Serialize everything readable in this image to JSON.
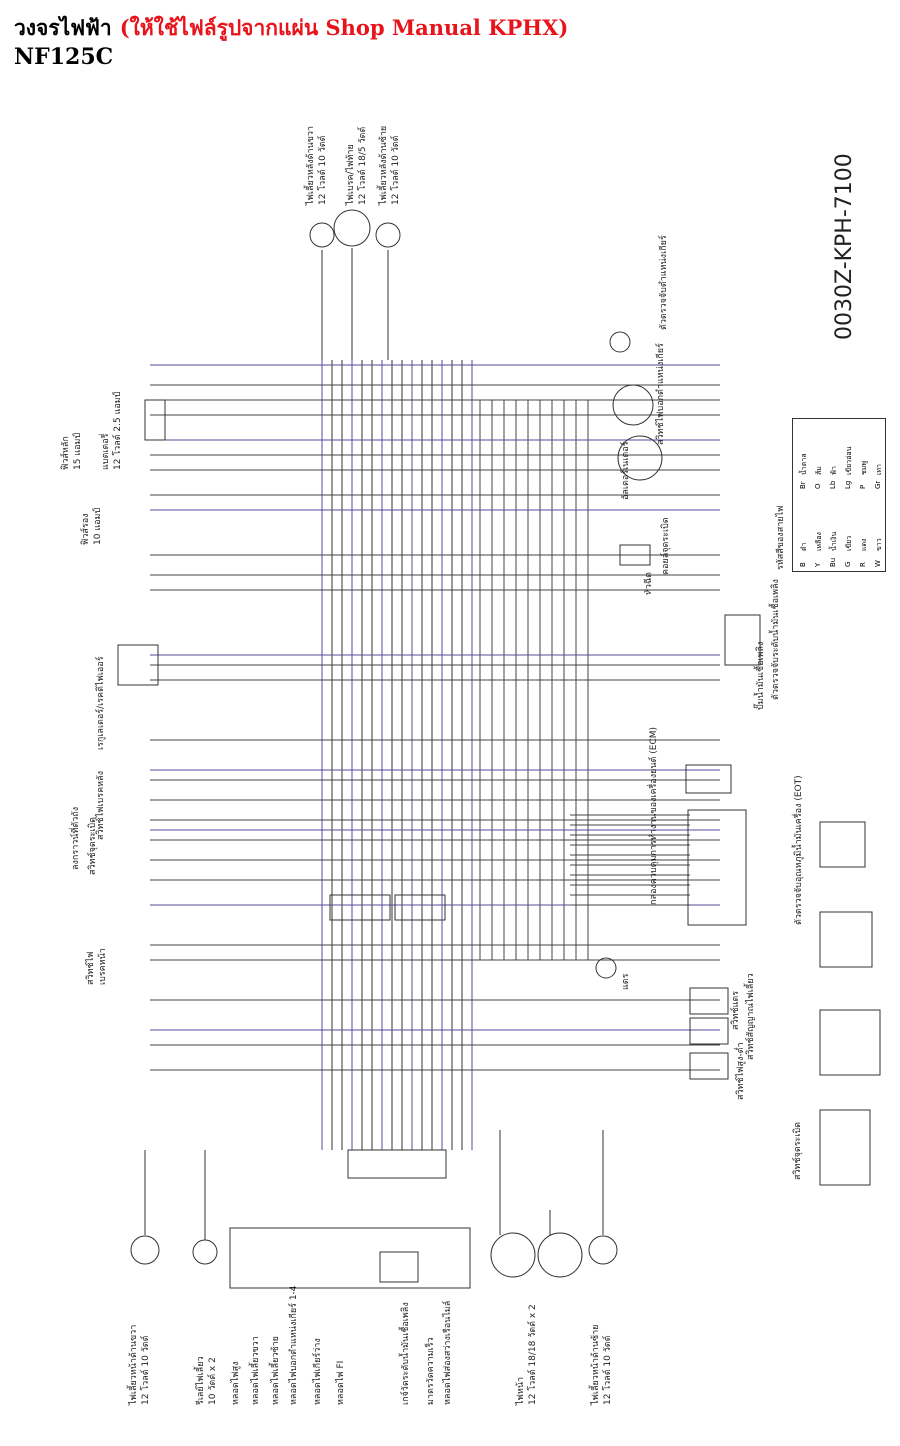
{
  "header": {
    "title": "วงจรไฟฟ้า",
    "note": "(ให้ใช้ไฟล์รูปจากแผ่น Shop Manual KPHX)",
    "model": "NF125C"
  },
  "diagram": {
    "part_code": "0030Z-KPH-7100",
    "top_labels": [
      "ไฟเลี้ยวหลังด้านขวา\n12 โวลต์ 10 วัตต์",
      "ไฟเบรค/ไฟท้าย\n12 โวลต์ 18/5 วัตต์",
      "ไฟเลี้ยวหลังด้านซ้าย\n12 โวลต์ 10 วัตต์"
    ],
    "left_labels": [
      "แบตเตอรี่\n12 โวลต์ 2.5 แอมป์",
      "ฟิวส์หลัก\n15 แอมป์",
      "ฟิวส์รอง\n10 แอมป์",
      "เรกูเลเตอร์/เรคติไฟเออร์",
      "สวิทช์ไฟเบรคหลัง",
      "ลงกราวน์ที่ตัวถัง",
      "สวิทช์จุดระเบิด",
      "สวิทช์ไฟ\nเบรคหน้า"
    ],
    "right_labels": [
      "ตัวตรวจจับตำแหน่งเกียร์",
      "สวิทช์ไฟบอกตำแหน่งเกียร์",
      "อัลเตอร์เนเตอร์",
      "คอยล์จุดระเบิด",
      "หัวฉีด",
      "ปั๊มน้ำมันเชื้อเพลิง",
      "ตัวตรวจจับระดับน้ำมันเชื้อเพลิง",
      "กล่องควบคุมการทำงานของเครื่องยนต์ (ECM)",
      "ตัวตรวจจับอุณหภูมิน้ำมันเครื่อง (EOT)",
      "แตร",
      "สวิทช์แตร",
      "สวิทช์สัญญาณไฟเลี้ยว",
      "สวิทช์ไฟสูง-ต่ำ",
      "สวิทช์จุดระเบิด"
    ],
    "bottom_labels": [
      "ไฟเลี้ยวหน้าด้านขวา\n12 โวลต์ 10 วัตต์",
      "รีเลย์ไฟเลี้ยว\n10 วัตต์ x 2",
      "หลอดไฟสูง",
      "หลอดไฟเลี้ยวขวา",
      "หลอดไฟเลี้ยวซ้าย",
      "หลอดไฟบอกตำแหน่งเกียร์ 1-4",
      "หลอดไฟเกียร์ว่าง",
      "หลอดไฟ FI",
      "เกจ์วัดระดับน้ำมันเชื้อเพลิง",
      "มาตรวัดความเร็ว",
      "หลอดไฟส่องสว่างเรือนไมล์",
      "ไฟหน้า\n12 โวลต์ 18/18 วัตต์ x 2",
      "ไฟเลี้ยวหน้าด้านซ้าย\n12 โวลต์ 10 วัตต์"
    ],
    "color_code": {
      "title": "รหัสสีของสายไฟ",
      "rows": [
        [
          "B",
          "ดำ",
          "Br",
          "น้ำตาล"
        ],
        [
          "Y",
          "เหลือง",
          "O",
          "ส้ม"
        ],
        [
          "Bu",
          "น้ำเงิน",
          "Lb",
          "ฟ้า"
        ],
        [
          "G",
          "เขียว",
          "Lg",
          "เขียวอ่อน"
        ],
        [
          "R",
          "แดง",
          "P",
          "ชมพู"
        ],
        [
          "W",
          "ขาว",
          "Gr",
          "เทา"
        ]
      ]
    }
  }
}
